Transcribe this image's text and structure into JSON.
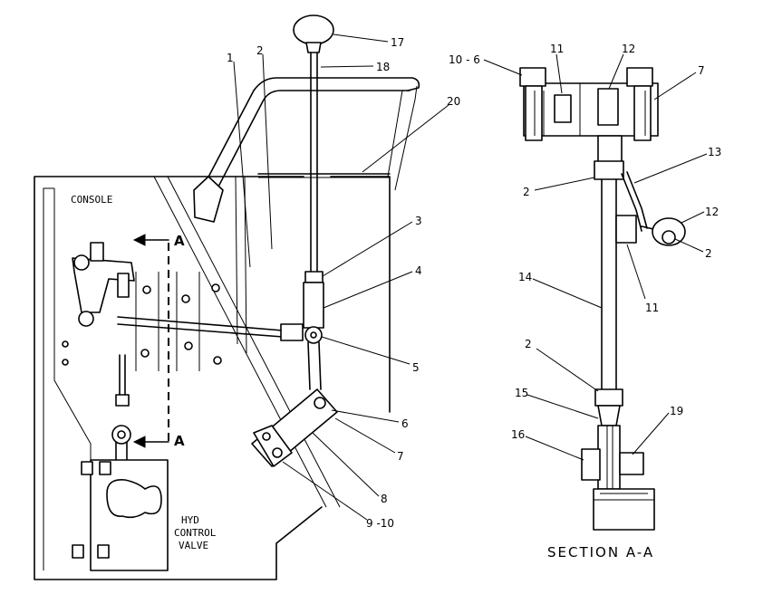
{
  "labels": {
    "console": "CONSOLE",
    "hyd_control_valve": [
      "HYD",
      "CONTROL",
      "VALVE"
    ],
    "section_marker": "A",
    "section_caption": "SECTION A-A"
  },
  "callouts_main": [
    "17",
    "18",
    "1",
    "2",
    "20",
    "3",
    "4",
    "5",
    "6",
    "7",
    "8",
    "9 -10"
  ],
  "callouts_section": [
    "10 - 6",
    "11",
    "12",
    "7",
    "13",
    "2",
    "12",
    "2",
    "14",
    "11",
    "2",
    "15",
    "16",
    "19"
  ]
}
